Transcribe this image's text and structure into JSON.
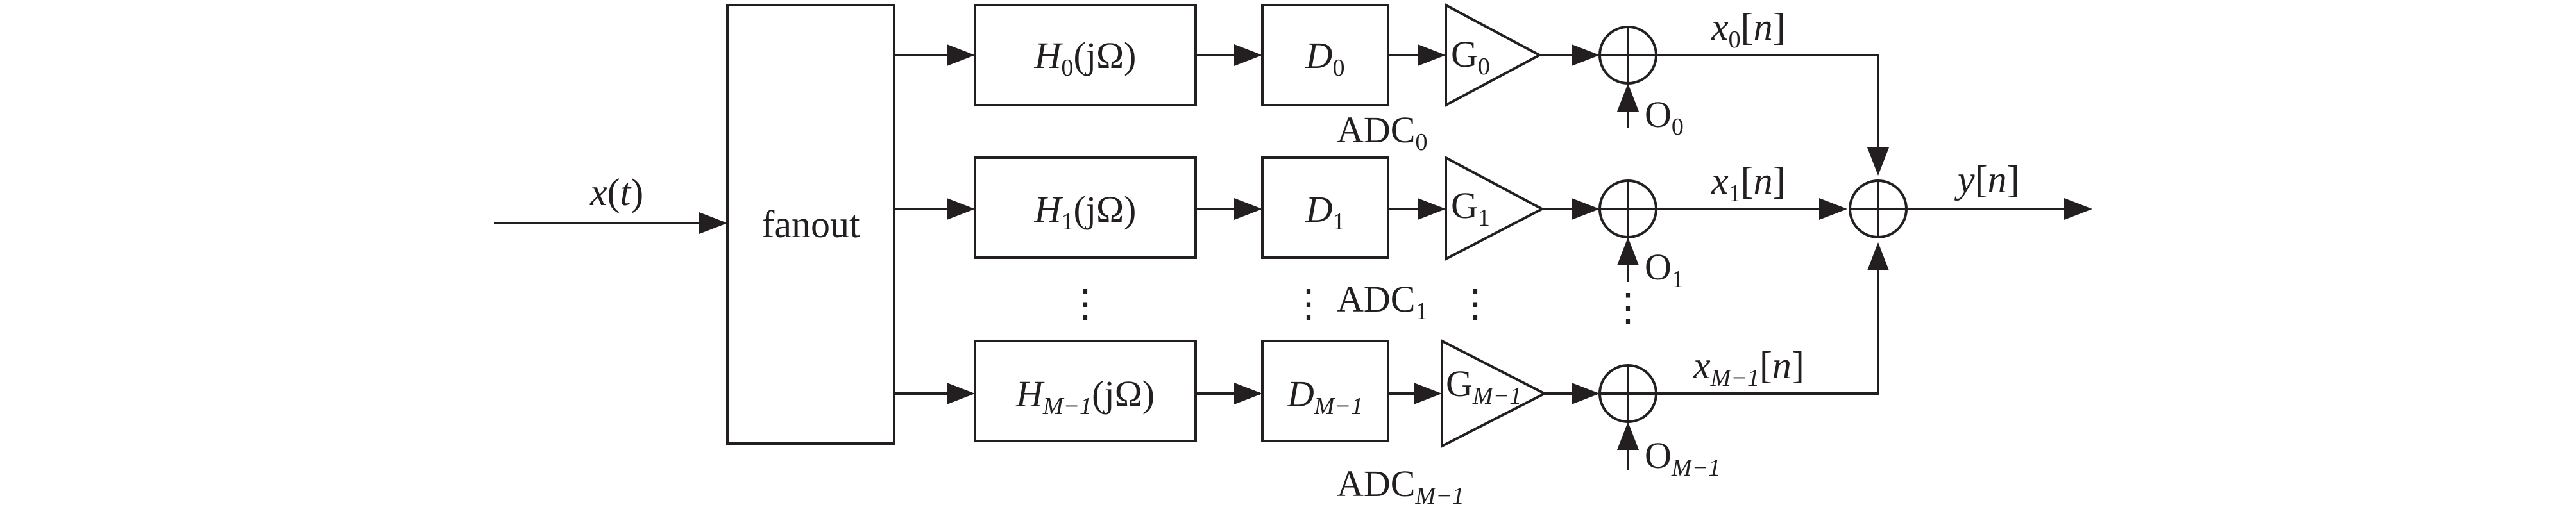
{
  "input": {
    "var": "x",
    "arg": "t"
  },
  "fanout": {
    "label": "fanout"
  },
  "channels": [
    {
      "filter": {
        "var": "H",
        "sub": "0",
        "arg": "(jΩ)"
      },
      "delay": {
        "var": "D",
        "sub": "0"
      },
      "gain": {
        "var": "G",
        "sub": "0"
      },
      "offset": {
        "var": "O",
        "sub": "0"
      },
      "adc": {
        "var": "ADC",
        "sub": "0"
      },
      "output": {
        "var": "x",
        "sub": "0",
        "arg": "[n]"
      }
    },
    {
      "filter": {
        "var": "H",
        "sub": "1",
        "arg": "(jΩ)"
      },
      "delay": {
        "var": "D",
        "sub": "1"
      },
      "gain": {
        "var": "G",
        "sub": "1"
      },
      "offset": {
        "var": "O",
        "sub": "1"
      },
      "adc": {
        "var": "ADC",
        "sub": "1"
      },
      "output": {
        "var": "x",
        "sub": "1",
        "arg": "[n]"
      }
    },
    {
      "filter": {
        "var": "H",
        "sub": "M−1",
        "arg": "(jΩ)"
      },
      "delay": {
        "var": "D",
        "sub": "M−1"
      },
      "gain": {
        "var": "G",
        "sub": "M−1"
      },
      "offset": {
        "var": "O",
        "sub": "M−1"
      },
      "adc": {
        "var": "ADC",
        "sub": "M−1"
      },
      "output": {
        "var": "x",
        "sub": "M−1",
        "arg": "[n]"
      }
    }
  ],
  "output": {
    "var": "y",
    "arg": "[n]"
  },
  "ellipsis": "⋮"
}
